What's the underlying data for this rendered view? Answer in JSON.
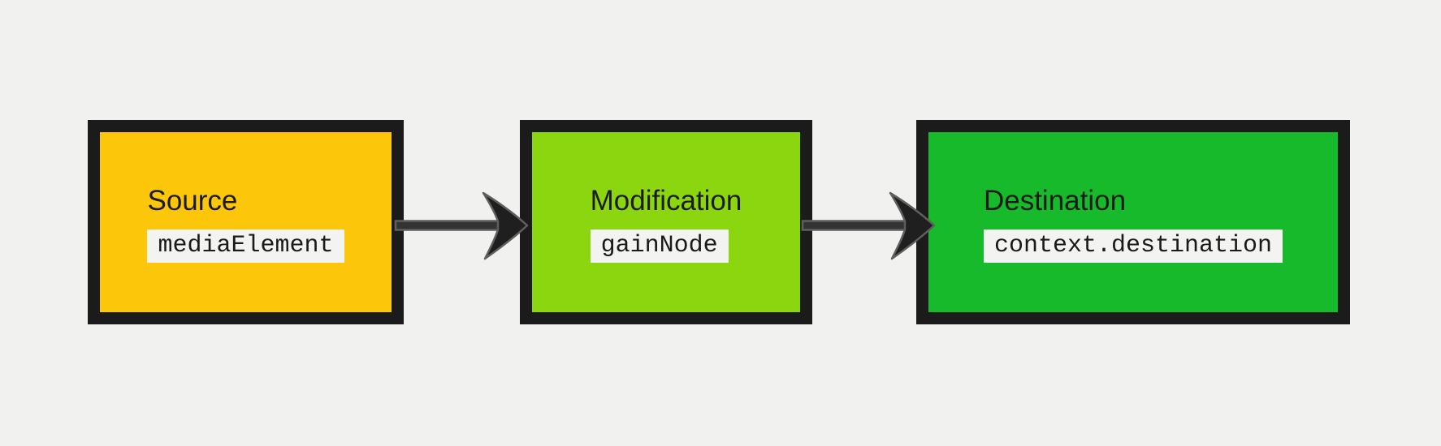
{
  "diagram": {
    "description": "Audio processing flow diagram with three nodes connected by arrows",
    "nodes": [
      {
        "id": "source",
        "label": "Source",
        "code": "mediaElement",
        "fill": "#fcc70a"
      },
      {
        "id": "modification",
        "label": "Modification",
        "code": "gainNode",
        "fill": "#8cd60f"
      },
      {
        "id": "destination",
        "label": "Destination",
        "code": "context.destination",
        "fill": "#17ba2a"
      }
    ],
    "connections": [
      {
        "from": "Source",
        "to": "Modification"
      },
      {
        "from": "Modification",
        "to": "Destination"
      }
    ],
    "colors": {
      "background": "#f1f1f0",
      "box_border": "#1b1b1b",
      "label_text": "#1b1b1b",
      "chip_background": "#f3f3f1",
      "chip_text": "#1a1a1a",
      "arrow_fill": "#1f1f1f",
      "arrow_outline": "#5f5f5f",
      "arrow_shaft": "#333333"
    }
  }
}
